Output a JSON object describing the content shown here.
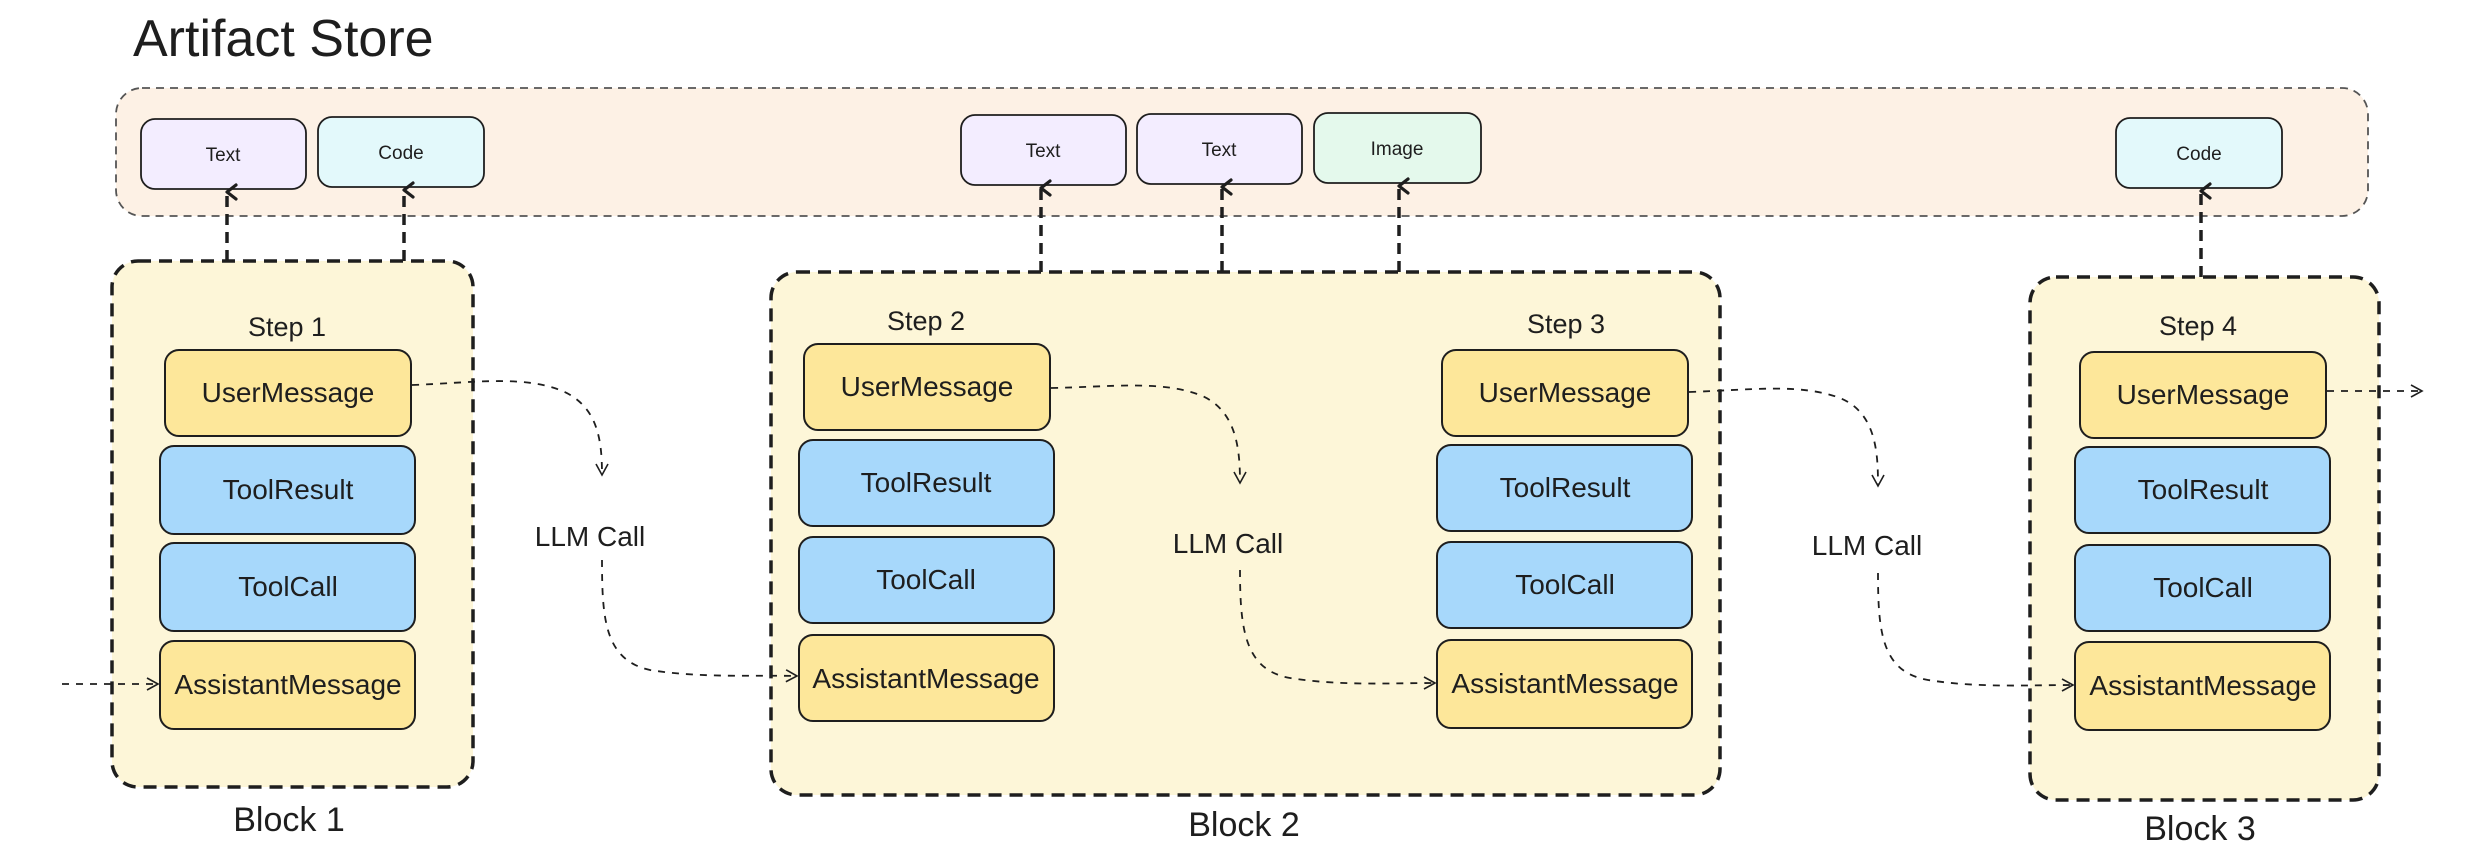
{
  "title": "Artifact Store",
  "colors": {
    "store_bg": "#fdf1e5",
    "block_bg": "#fdf6d8",
    "text_chip": "#f3edff",
    "code_chip": "#e3f9fb",
    "image_chip": "#e4f9ec",
    "user_message": "#fde79a",
    "assistant_message": "#fde79a",
    "tool": "#a7d8fb",
    "stroke": "#1e1e1e"
  },
  "artifacts": [
    {
      "label": "Text",
      "kind": "text"
    },
    {
      "label": "Code",
      "kind": "code"
    },
    {
      "label": "Text",
      "kind": "text"
    },
    {
      "label": "Text",
      "kind": "text"
    },
    {
      "label": "Image",
      "kind": "image"
    },
    {
      "label": "Code",
      "kind": "code"
    }
  ],
  "blocks": [
    {
      "label": "Block 1"
    },
    {
      "label": "Block 2"
    },
    {
      "label": "Block 3"
    }
  ],
  "steps": [
    {
      "label": "Step 1",
      "messages": [
        "UserMessage",
        "ToolResult",
        "ToolCall",
        "AssistantMessage"
      ]
    },
    {
      "label": "Step 2",
      "messages": [
        "UserMessage",
        "ToolResult",
        "ToolCall",
        "AssistantMessage"
      ]
    },
    {
      "label": "Step 3",
      "messages": [
        "UserMessage",
        "ToolResult",
        "ToolCall",
        "AssistantMessage"
      ]
    },
    {
      "label": "Step 4",
      "messages": [
        "UserMessage",
        "ToolResult",
        "ToolCall",
        "AssistantMessage"
      ]
    }
  ],
  "llm_calls": [
    "LLM Call",
    "LLM Call",
    "LLM Call"
  ]
}
